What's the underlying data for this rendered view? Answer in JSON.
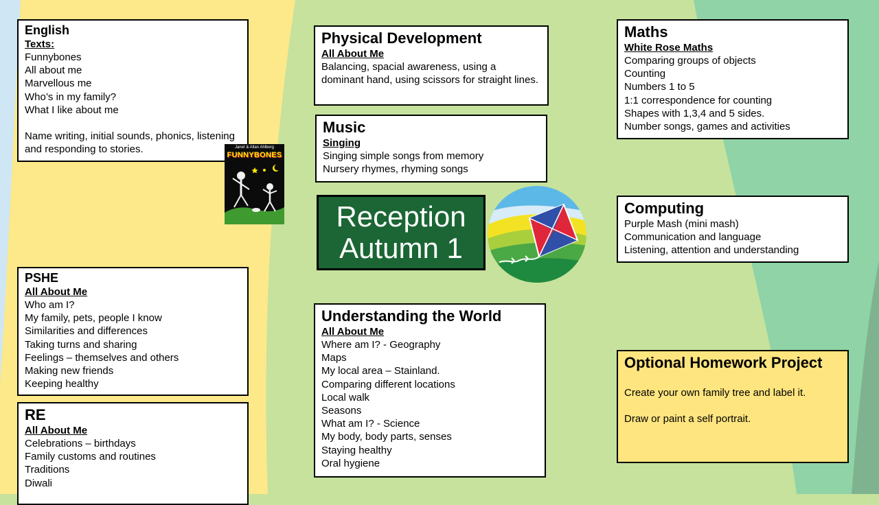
{
  "english": {
    "title": "English",
    "subheading": "Texts:",
    "texts": [
      "Funnybones",
      "All about me",
      "Marvellous me",
      "Who’s in my family?",
      "What I like about me"
    ],
    "skills": "Name writing, initial sounds, phonics, listening and responding to stories."
  },
  "book": {
    "author": "Janet & Allan Ahlberg",
    "title": "FUNNYBONES"
  },
  "physical_development": {
    "title": "Physical Development",
    "subheading": "All About Me",
    "text": "Balancing, spacial awareness, using a dominant hand, using scissors for straight lines."
  },
  "music": {
    "title": "Music",
    "subheading": "Singing",
    "items": [
      "Singing simple songs from memory",
      "Nursery rhymes, rhyming songs"
    ]
  },
  "maths": {
    "title": "Maths",
    "subheading": "White Rose Maths",
    "items": [
      "Comparing groups of objects",
      "Counting",
      "Numbers 1 to 5",
      "1:1 correspondence for counting",
      "Shapes with 1,3,4 and 5 sides.",
      "Number songs, games and activities"
    ]
  },
  "reception": {
    "line1": "Reception",
    "line2": "Autumn 1"
  },
  "computing": {
    "title": "Computing",
    "items": [
      "Purple Mash (mini mash)",
      "Communication and language",
      "Listening, attention and understanding"
    ]
  },
  "pshe": {
    "title": "PSHE",
    "subheading": "All About Me",
    "items": [
      "Who am I?",
      "My family, pets, people I know",
      "Similarities and differences",
      "Taking turns and sharing",
      "Feelings – themselves and others",
      "Making new friends",
      "Keeping healthy"
    ]
  },
  "re": {
    "title": "RE",
    "subheading": "All About Me",
    "items": [
      "Celebrations – birthdays",
      "Family customs and routines",
      "Traditions",
      "Diwali"
    ]
  },
  "understanding_world": {
    "title": "Understanding the World",
    "subheading": "All About Me",
    "items": [
      "Where am I? - Geography",
      "Maps",
      "My local area – Stainland.",
      "Comparing different locations",
      "Local walk",
      "Seasons",
      "What am I? - Science",
      "My body, body parts, senses",
      "Staying healthy",
      "Oral hygiene"
    ]
  },
  "homework": {
    "title": "Optional Homework Project",
    "items": [
      "Create your own family tree and label it.",
      "Draw or paint a self portrait."
    ]
  },
  "icons": [
    "kite-logo-icon",
    "book-cover-icon"
  ],
  "colors": {
    "reception_bg": "#1b6634",
    "homework_bg": "#ffe57f",
    "bg_yellow": "#fde98a",
    "bg_green": "#c6e29d",
    "bg_teal": "#80cfa0"
  }
}
